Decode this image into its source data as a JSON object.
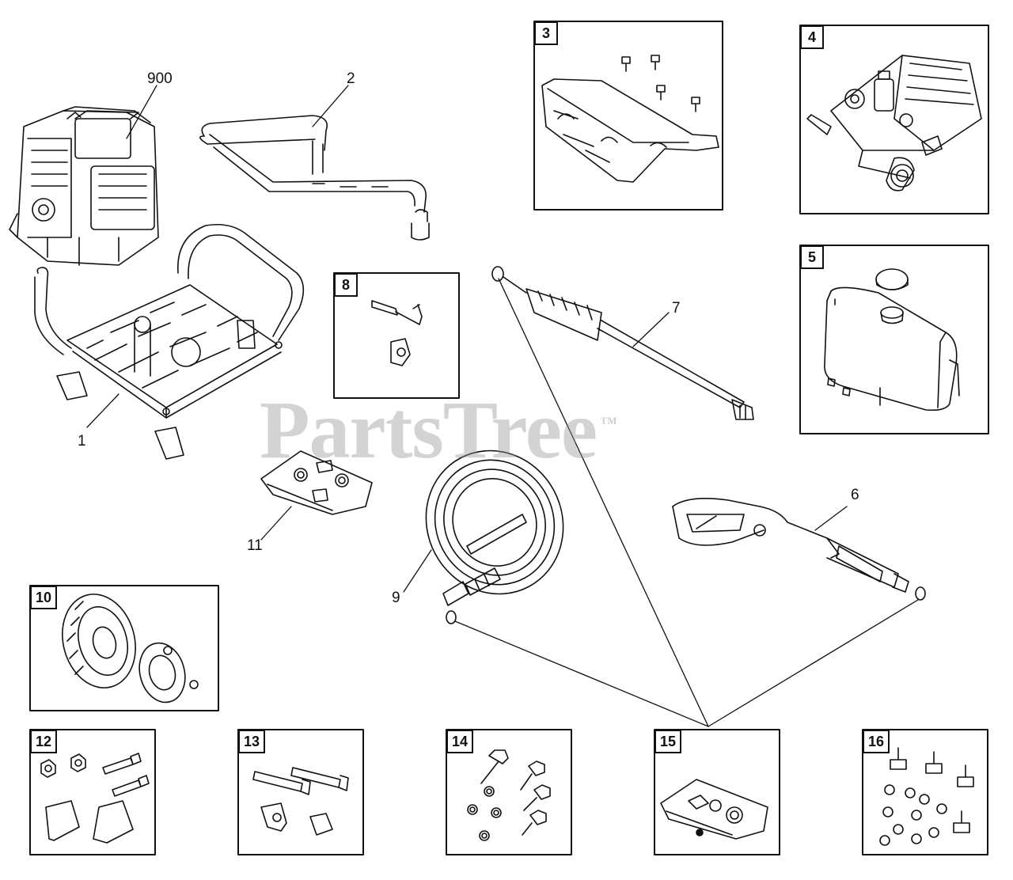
{
  "watermark": {
    "text": "PartsTree",
    "mark": "™",
    "color": "#969696"
  },
  "callouts": {
    "engine": "900",
    "handle": "2",
    "frame": "1",
    "wand": "7",
    "gun": "6",
    "hose": "9",
    "hardware_bag": "11"
  },
  "panels": {
    "p3": "3",
    "p4": "4",
    "p5": "5",
    "p8": "8",
    "p10": "10",
    "p12": "12",
    "p13": "13",
    "p14": "14",
    "p15": "15",
    "p16": "16"
  },
  "colors": {
    "line": "#111111",
    "panel_border": "#111111",
    "background": "#ffffff"
  }
}
